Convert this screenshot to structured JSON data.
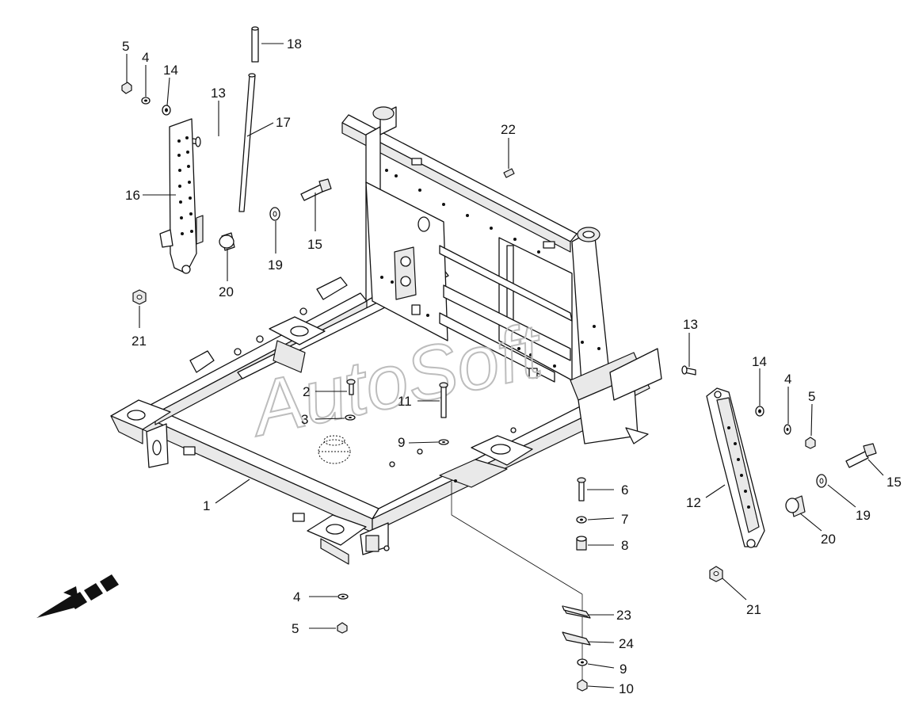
{
  "watermark": "AutoSoft",
  "callouts": {
    "c1": "1",
    "c2": "2",
    "c3": "3",
    "c4a": "4",
    "c4b": "4",
    "c4c": "4",
    "c5a": "5",
    "c5b": "5",
    "c5c": "5",
    "c6": "6",
    "c7": "7",
    "c8": "8",
    "c9a": "9",
    "c9b": "9",
    "c10": "10",
    "c11": "11",
    "c12": "12",
    "c13a": "13",
    "c13b": "13",
    "c14a": "14",
    "c14b": "14",
    "c15a": "15",
    "c15b": "15",
    "c16": "16",
    "c17": "17",
    "c18": "18",
    "c19a": "19",
    "c19b": "19",
    "c20a": "20",
    "c20b": "20",
    "c21a": "21",
    "c21b": "21",
    "c22": "22",
    "c23": "23",
    "c24": "24"
  },
  "icons": {
    "direction_arrow": "direction-arrow-icon"
  }
}
